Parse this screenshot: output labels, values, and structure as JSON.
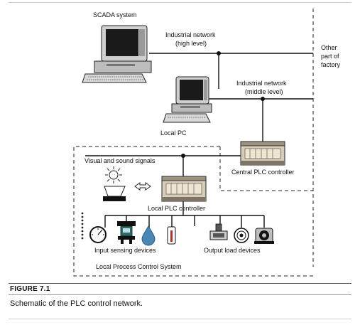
{
  "labels": {
    "scada": "SCADA system",
    "industrial_network_high_1": "Industrial network",
    "industrial_network_high_2": "(high level)",
    "other_part_1": "Other",
    "other_part_2": "part of",
    "other_part_3": "factory",
    "industrial_network_mid_1": "Industrial network",
    "industrial_network_mid_2": "(middle level)",
    "local_pc": "Local PC",
    "visual_sound": "Visual and sound signals",
    "central_plc": "Central PLC controller",
    "local_plc": "Local PLC  controller",
    "input_devices": "Input sensing devices",
    "output_devices": "Output load devices",
    "local_process": "Local Process Control System"
  },
  "caption": {
    "figure_label": "FIGURE 7.1",
    "text": "Schematic of the PLC control network."
  }
}
